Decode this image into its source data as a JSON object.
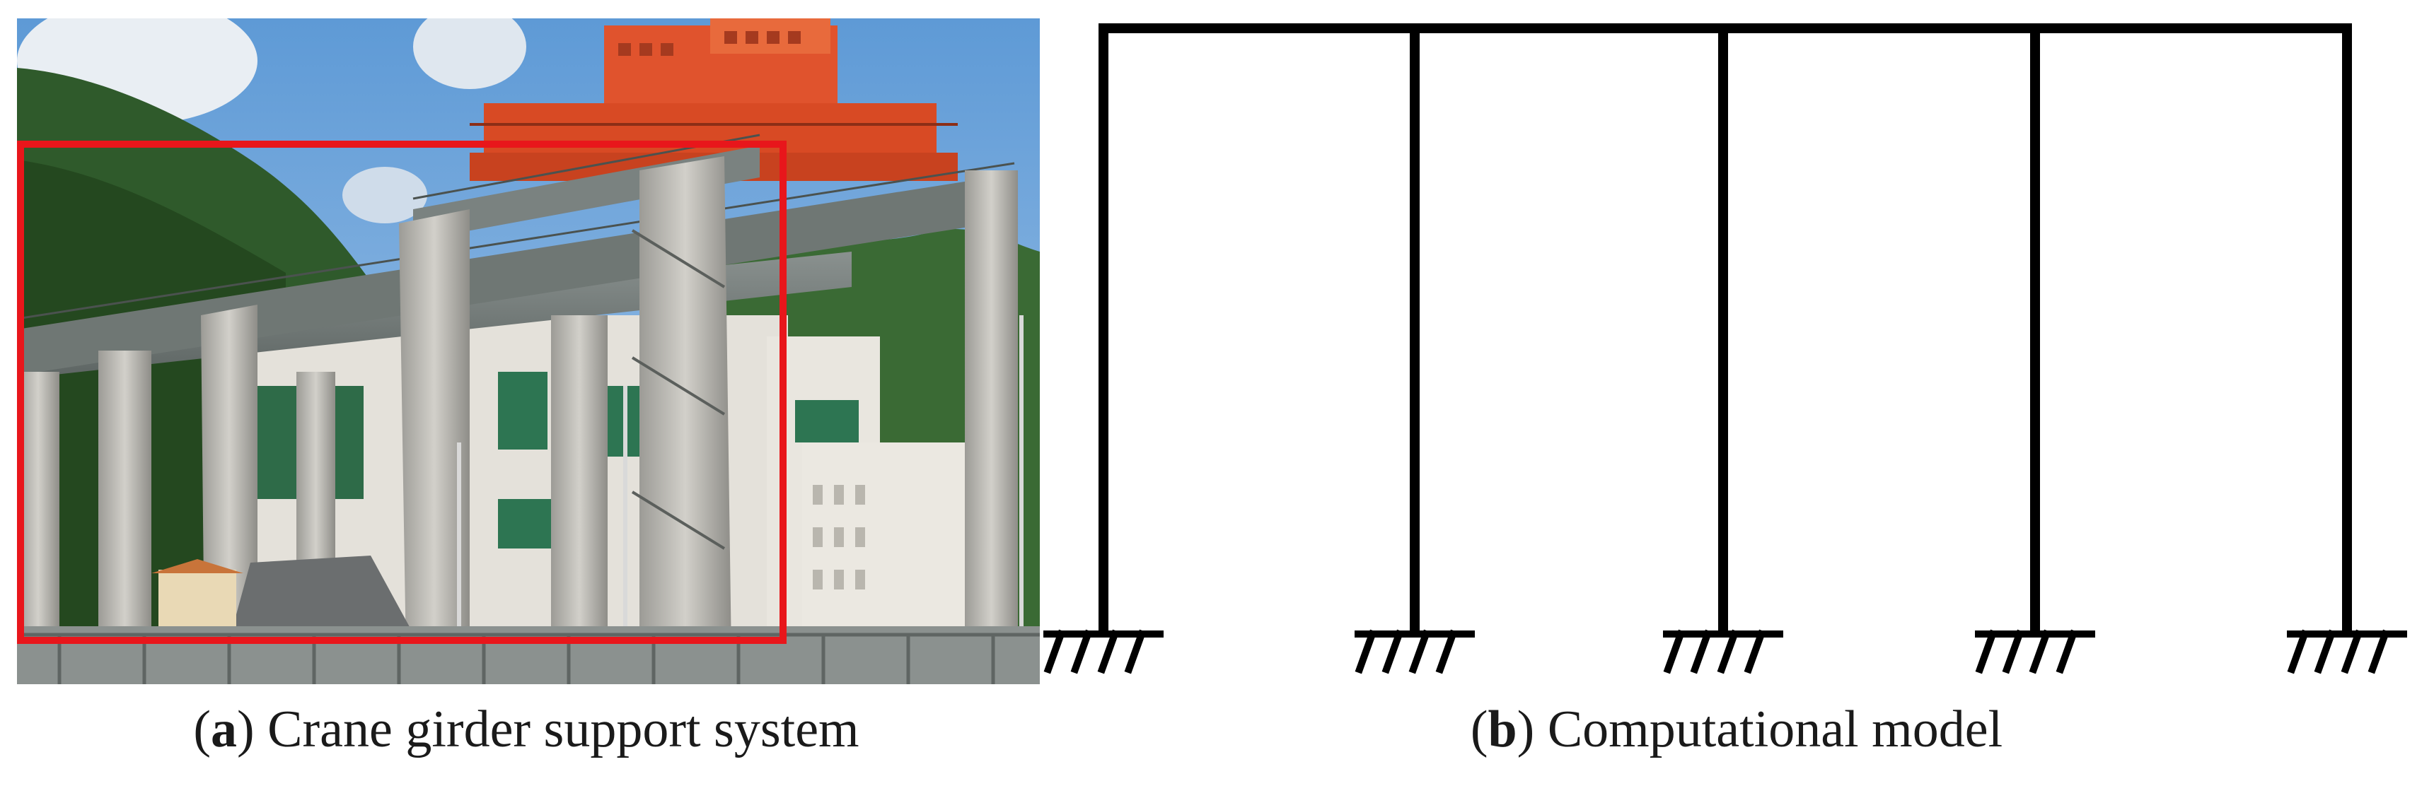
{
  "panel_a": {
    "letter": "a",
    "caption": "Crane girder support system",
    "highlight_color": "#e8161b"
  },
  "panel_b": {
    "letter": "b",
    "caption": "Computational model",
    "columns": 5,
    "support_type": "fixed",
    "line_color": "#000000"
  }
}
